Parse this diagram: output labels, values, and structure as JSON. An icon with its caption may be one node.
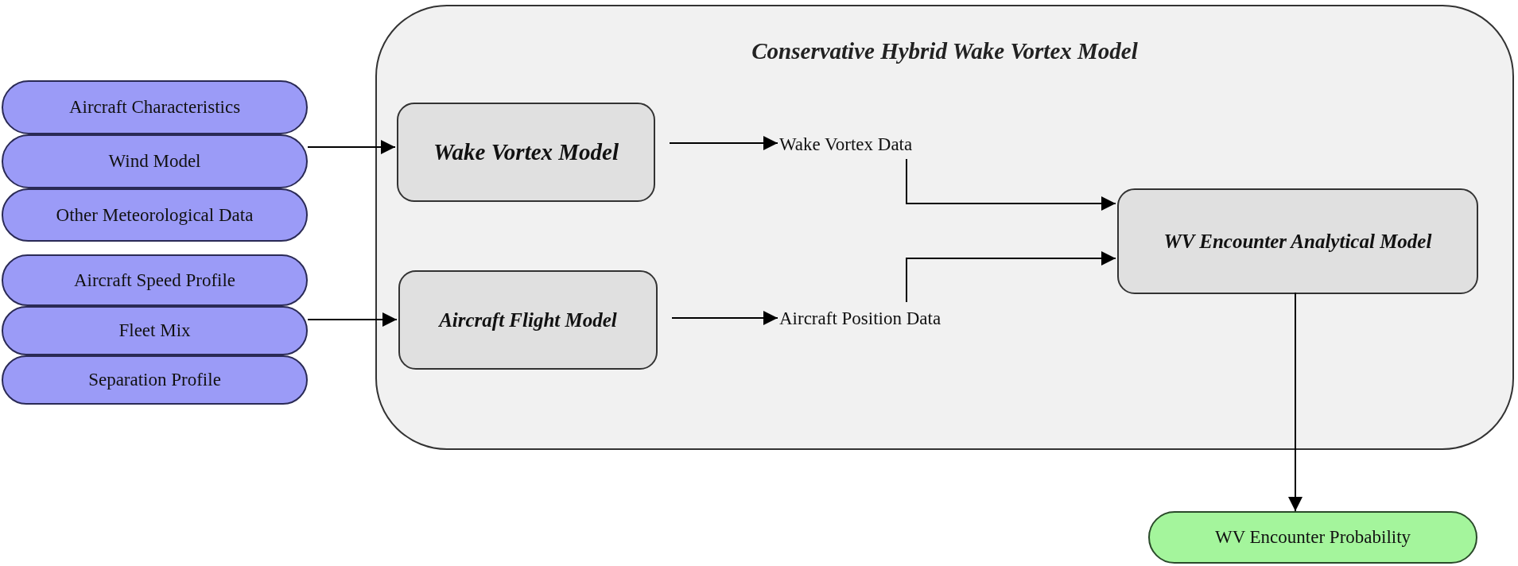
{
  "diagram": {
    "nodes": [
      {
        "text": [
          "Aircraft Characteristics"
        ]
      },
      {
        "text": [
          "Wind Model"
        ]
      },
      {
        "text": [
          "Other Meteorological Data"
        ]
      },
      {
        "text": [
          "Aircraft Speed Profile"
        ]
      },
      {
        "text": [
          "Fleet Mix"
        ]
      },
      {
        "text": [
          "Separation Profile"
        ]
      },
      {
        "text": [
          "Conservative Hybrid Wake Vortex Model"
        ]
      },
      {
        "text": [
          "Wake Vortex Model"
        ],
        "in": 6
      },
      {
        "text": [
          "Aircraft Flight Model"
        ],
        "in": 6
      },
      {
        "text": [
          "Wake Vortex Data"
        ],
        "in": 6
      },
      {
        "text": [
          "Aircraft Position Data"
        ],
        "in": 6
      },
      {
        "text": [
          "WV Encounter Analytical Model"
        ],
        "in": 6
      },
      {
        "text": [
          "WV Encounter Probability"
        ]
      }
    ],
    "edges": [
      {
        "from": 1,
        "to": 7,
        "arrow": "to"
      },
      {
        "from": 4,
        "to": 8,
        "arrow": "to"
      },
      {
        "from": 7,
        "to": 9,
        "arrow": "to"
      },
      {
        "from": 8,
        "to": 10,
        "arrow": "to"
      },
      {
        "from": 9,
        "to": 11,
        "arrow": "to"
      },
      {
        "from": 10,
        "to": 11,
        "arrow": "to"
      },
      {
        "from": 11,
        "to": 12,
        "arrow": "to"
      }
    ]
  }
}
